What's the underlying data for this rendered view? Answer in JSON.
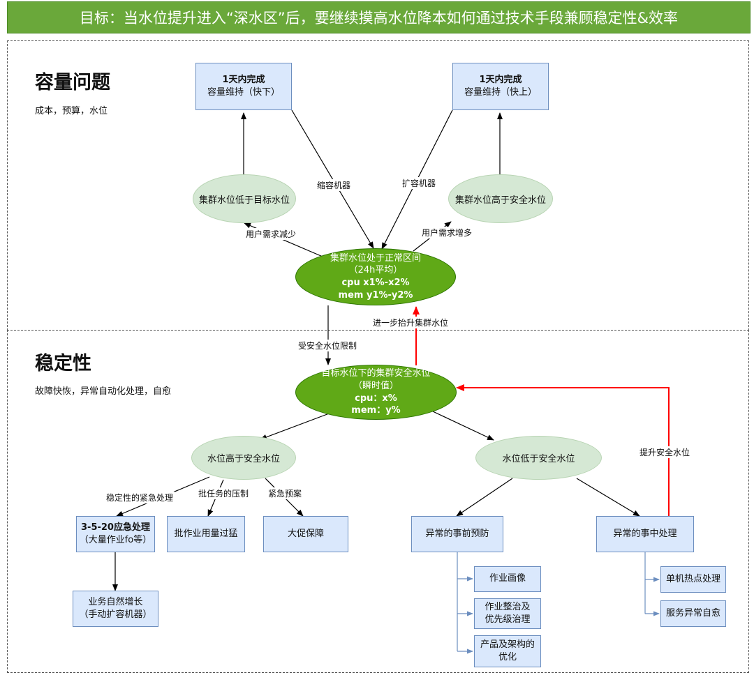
{
  "banner": "目标：当水位提升进入“深水区”后，要继续摸高水位降本如何通过技术手段兼顾稳定性&效率",
  "capacity": {
    "title": "容量问题",
    "subtitle": "成本，预算，水位"
  },
  "stability": {
    "title": "稳定性",
    "subtitle": "故障快恢，异常自动化处理，自愈"
  },
  "nodes": {
    "fast_down": {
      "line1": "1天内完成",
      "line2": "容量维持（快下）"
    },
    "fast_up": {
      "line1": "1天内完成",
      "line2": "容量维持（快上）"
    },
    "below_target": "集群水位低于目标水位",
    "above_safe": "集群水位高于安全水位",
    "normal": {
      "line1": "集群水位处于正常区间",
      "line2": "（24h平均）",
      "line3": "cpu x1%-x2%",
      "line4": "mem y1%-y2%"
    },
    "safe_level": {
      "line1": "目标水位下的集群安全水位",
      "line2": "（瞬时值）",
      "line3": "cpu：x%",
      "line4": "mem：y%"
    },
    "water_high": "水位高于安全水位",
    "water_low": "水位低于安全水位",
    "emergency_3520": {
      "line1": "3-5-20应急处理",
      "line2": "（大量作业fo等）"
    },
    "batch_heavy": "批作业用量过猛",
    "promo": "大促保障",
    "natural_growth": {
      "line1": "业务自然增长",
      "line2": "（手动扩容机器）"
    },
    "pre_prevention": "异常的事前预防",
    "in_handling": "异常的事中处理",
    "job_profile": "作业画像",
    "job_govern": {
      "line1": "作业整治及",
      "line2": "优先级治理"
    },
    "product_arch": {
      "line1": "产品及架构的",
      "line2": "优化"
    },
    "hotspot": "单机热点处理",
    "service_heal": "服务异常自愈"
  },
  "edges": {
    "shrink": "缩容机器",
    "expand": "扩容机器",
    "demand_down": "用户需求减少",
    "demand_up": "用户需求增多",
    "raise_cluster": "进一步抬升集群水位",
    "limited": "受安全水位限制",
    "stability_emergency": "稳定性的紧急处理",
    "batch_pressure": "批任务的压制",
    "emergency_plan": "紧急预案",
    "raise_safe": "提升安全水位"
  },
  "colors": {
    "banner": "#6aa83a",
    "box_fill": "#dae8fc",
    "box_border": "#6c8ebf",
    "light_ellipse": "#d5e8d4",
    "dark_ellipse": "#60a917",
    "red_arrow": "#ff0000"
  }
}
